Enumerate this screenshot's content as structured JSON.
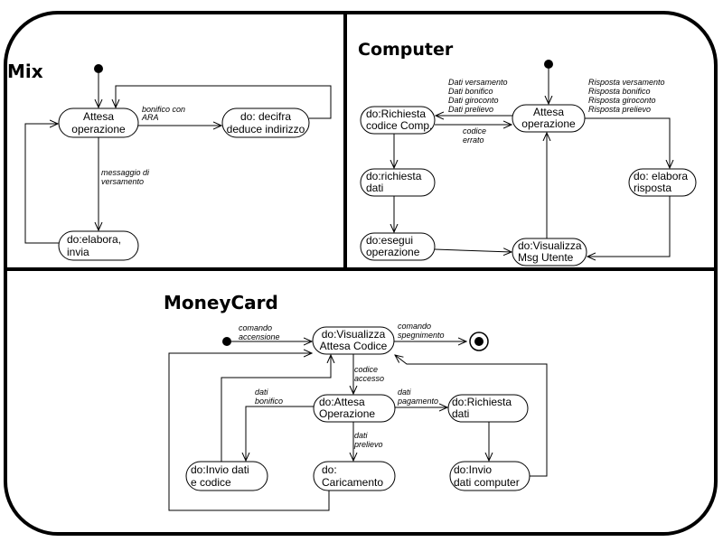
{
  "sections": {
    "mix": {
      "title": "Mix",
      "states": {
        "attesa": [
          "Attesa",
          "operazione"
        ],
        "decifra": [
          "do: decifra",
          "deduce indirizzo"
        ],
        "elabora": [
          "do:elabora,",
          "invia"
        ]
      },
      "labels": {
        "bonifico": [
          "bonifico con",
          "ARA"
        ],
        "messaggio": [
          "messaggio di",
          "versamento"
        ]
      }
    },
    "computer": {
      "title": "Computer",
      "states": {
        "richiesta_codice": [
          "do:Richiesta",
          "codice Comp."
        ],
        "attesa": [
          "Attesa",
          "operazione"
        ],
        "richiesta_dati": [
          "do:richiesta",
          "dati"
        ],
        "elabora_risposta": [
          "do: elabora",
          "risposta"
        ],
        "esegui": [
          "do:esegui",
          "operazione"
        ],
        "visualizza": [
          "do:Visualizza",
          "Msg Utente"
        ]
      },
      "labels": {
        "dati": [
          "Dati versamento",
          "Dati bonifico",
          "Dati giroconto",
          "Dati prelievo"
        ],
        "risposta": [
          "Risposta versamento",
          "Risposta bonifico",
          "Risposta giroconto",
          "Risposta prelievo"
        ],
        "codice": [
          "codice",
          "errato"
        ]
      }
    },
    "moneycard": {
      "title": "MoneyCard",
      "states": {
        "visualizza": [
          "do:Visualizza",
          "Attesa Codice"
        ],
        "attesa_op": [
          "do:Attesa",
          "Operazione"
        ],
        "richiesta_dati": [
          "do:Richiesta",
          "dati"
        ],
        "invio_codice": [
          "do:Invio dati",
          "e codice"
        ],
        "caricamento": [
          "do:",
          "Caricamento"
        ],
        "invio_computer": [
          "do:Invio",
          "dati computer"
        ]
      },
      "labels": {
        "accensione": [
          "comando",
          "accensione"
        ],
        "spegnimento": [
          "comando",
          "spegnimento"
        ],
        "codice_accesso": [
          "codice",
          "accesso"
        ],
        "bonifico": [
          "dati",
          "bonifico"
        ],
        "pagamento": [
          "dati",
          "pagamento"
        ],
        "prelievo": [
          "dati",
          "prelievo"
        ]
      }
    }
  },
  "colors": {
    "stroke": "#000000",
    "background": "#ffffff"
  }
}
